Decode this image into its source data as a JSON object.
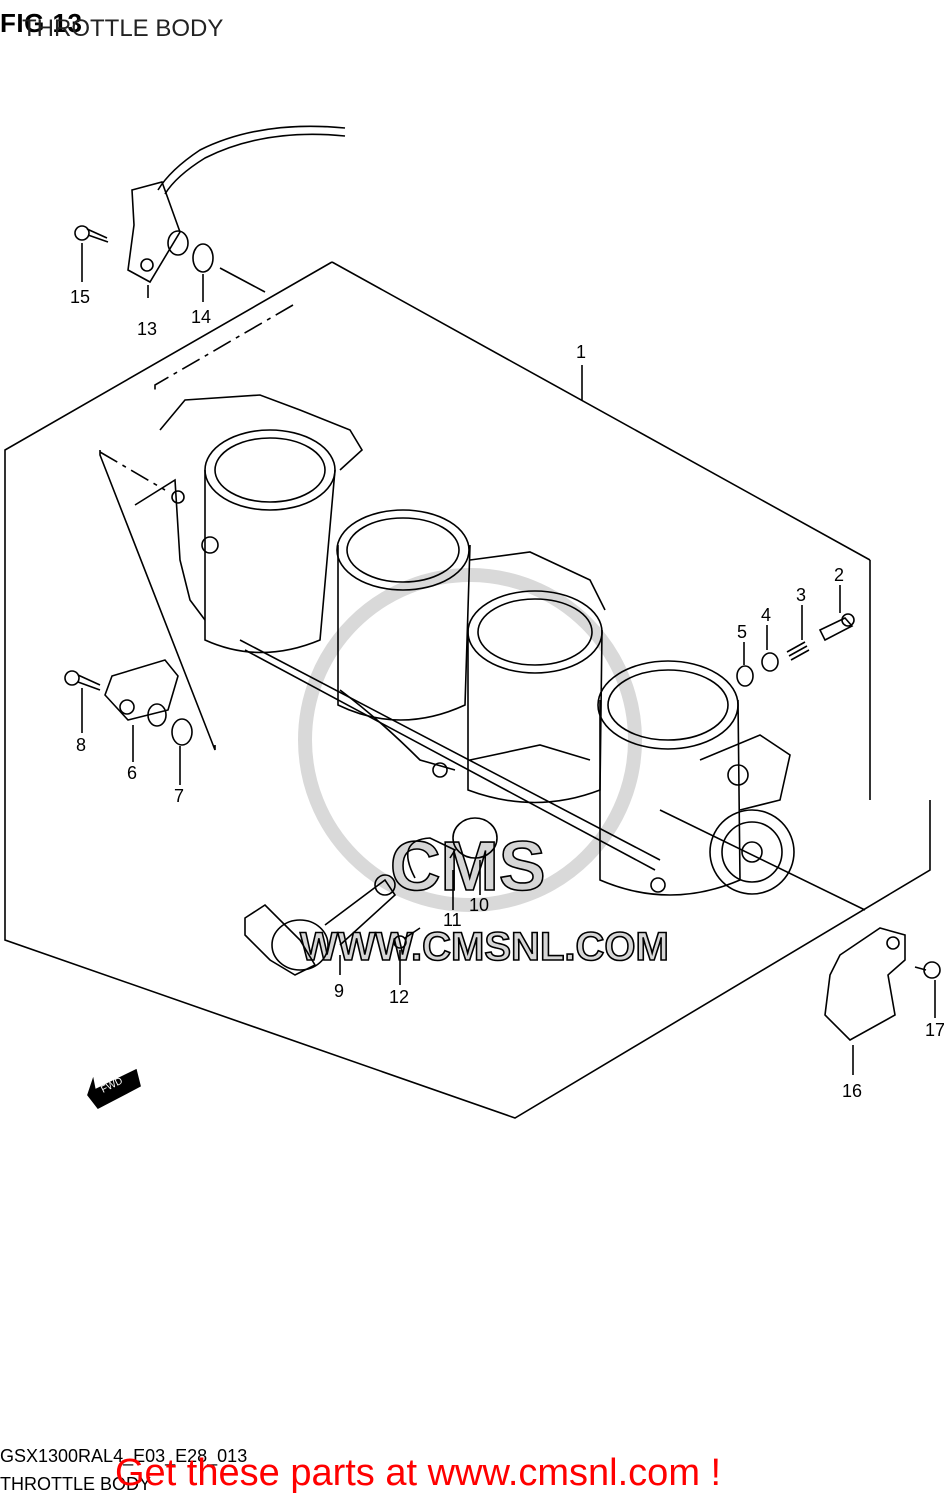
{
  "header": {
    "fig": "FIG 13",
    "title": "THROTTLE BODY"
  },
  "watermark": {
    "text": "WWW.CMSNL.COM",
    "brand": "CMS"
  },
  "callouts": [
    "1",
    "2",
    "3",
    "4",
    "5",
    "6",
    "7",
    "8",
    "9",
    "10",
    "11",
    "12",
    "13",
    "14",
    "15",
    "16",
    "17"
  ],
  "direction_badge": "FWD",
  "footer": {
    "code": "GSX1300RAL4_E03_E28_013",
    "caption": "THROTTLE BODY",
    "promo": "Get these parts at www.cmsnl.com !"
  },
  "colors": {
    "promo": "#ff0000",
    "line": "#000000",
    "watermark": "#d6d6d6"
  }
}
